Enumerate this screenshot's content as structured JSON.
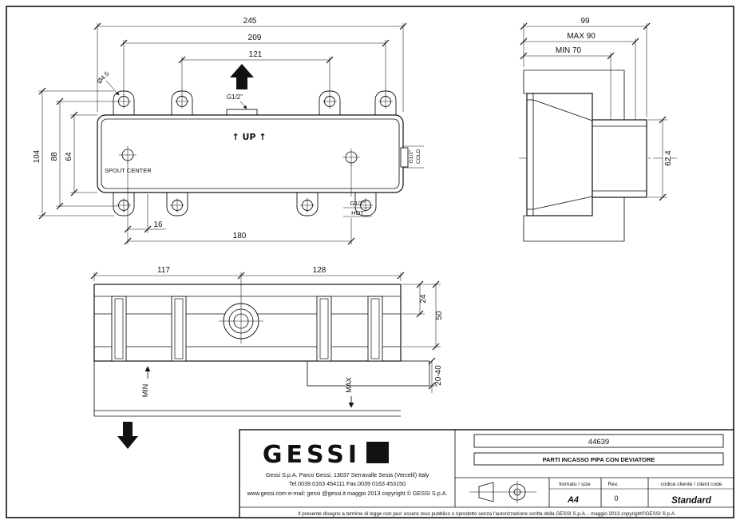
{
  "front_view": {
    "dim_width_total": "245",
    "dim_width_outer_holes": "209",
    "dim_width_inner_holes": "121",
    "hole_diameter": "Ø4.5",
    "thread_top": "G1/2\"",
    "up_label": "↑ UP ↑",
    "spout_center_label": "SPOUT  CENTER",
    "cold_thread": "G1/2\"",
    "cold_label": "COLD",
    "hot_thread": "G1/2\"",
    "hot_label": "HOT",
    "dim_height_total": "104",
    "dim_height_holes": "88",
    "dim_height_body": "64",
    "dim_offset_spout": "16",
    "dim_spout_to_hot": "180"
  },
  "side_view": {
    "dim_depth_total": "99",
    "dim_depth_max": "MAX  90",
    "dim_depth_min": "MIN  70",
    "dim_pipe_od": "62.4"
  },
  "plan_view": {
    "dim_left": "117",
    "dim_right": "128",
    "dim_depth_plate": "24",
    "dim_depth_body": "50",
    "dim_wall_range": "20-40",
    "min_label": "MIN",
    "max_label": "MAX"
  },
  "title_block": {
    "logo_text": "GESSI",
    "address_line1": "Gessi  S.p.A.  Parco  Gessi,  13037  Serravalle  Sesia  (Vercelli)  Italy",
    "address_line2": "Tel.0039  0163  454111  Fax.0039  0163  453150",
    "address_line3": "www.gessi.com  e-mail: gessi @gessi.it      maggio  2013      copyright © GESSI  S.p.A.",
    "part_number": "44639",
    "description": "PARTI INCASSO PIPA CON  DEVIATORE",
    "format_label": "formato / size",
    "format_value": "A4",
    "rev_label": "Rev.",
    "rev_value": "0",
    "client_code_label": "codice cliente / client code",
    "client_code_value": "Standard",
    "legal_notice": "Il presente disegno a termine di legge non puo' essere reso pubblico o riprodotto senza l'autorizzazione scritta della GESSI S.p.A. - maggio 2013 copyright©GESSI S.p.A."
  }
}
